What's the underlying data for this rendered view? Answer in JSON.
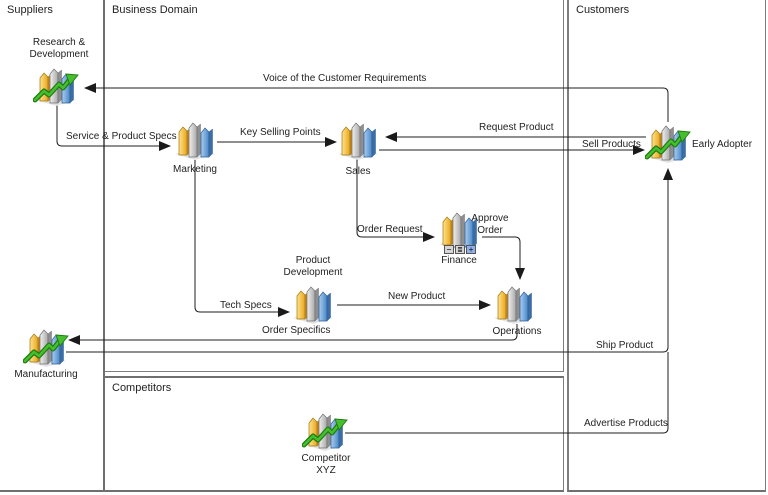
{
  "lanes": {
    "suppliers": {
      "label": "Suppliers"
    },
    "business_domain": {
      "label": "Business Domain"
    },
    "customers": {
      "label": "Customers"
    },
    "competitors": {
      "label": "Competitors"
    }
  },
  "nodes": {
    "research_development": {
      "label": "Research & Development",
      "icon": "growth-chart-icon"
    },
    "marketing": {
      "label": "Marketing",
      "icon": "bar-chart-icon"
    },
    "sales": {
      "label": "Sales",
      "icon": "bar-chart-icon"
    },
    "finance": {
      "label": "Finance",
      "icon": "bar-chart-icon"
    },
    "product_development": {
      "label": "Product Development",
      "icon": "bar-chart-icon"
    },
    "operations": {
      "label": "Operations",
      "icon": "bar-chart-icon"
    },
    "manufacturing": {
      "label": "Manufacturing",
      "icon": "growth-chart-icon"
    },
    "early_adopter": {
      "label": "Early Adopter",
      "icon": "growth-chart-icon"
    },
    "competitor_xyz": {
      "label": "Competitor XYZ",
      "icon": "growth-chart-icon"
    }
  },
  "edges": {
    "voice_of_customer": {
      "label": "Voice of the Customer Requirements"
    },
    "service_product_specs": {
      "label": "Service & Product Specs"
    },
    "key_selling_points": {
      "label": "Key Selling Points"
    },
    "request_product": {
      "label": "Request Product"
    },
    "sell_products": {
      "label": "Sell Products"
    },
    "order_request": {
      "label": "Order Request"
    },
    "approve_order": {
      "label": "Approve Order"
    },
    "tech_specs": {
      "label": "Tech Specs"
    },
    "new_product": {
      "label": "New Product"
    },
    "order_specifics": {
      "label": "Order Specifics"
    },
    "ship_product": {
      "label": "Ship Product"
    },
    "advertise_products": {
      "label": "Advertise Products"
    }
  },
  "finance_controls": {
    "collapse": "−",
    "window": "≣",
    "expand": "+"
  },
  "colors": {
    "bar_yellow": "#e8a61e",
    "bar_gray": "#a8a8a8",
    "bar_blue": "#4b87c7",
    "growth_green": "#46bf2e",
    "connector": "#1f1f1f",
    "lane_border": "#6f6f6f",
    "text": "#222222"
  }
}
